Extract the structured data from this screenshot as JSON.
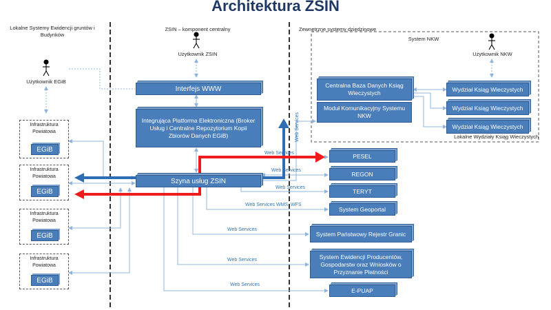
{
  "title": "Architektura ZSIN",
  "columns": {
    "left": "Lokalne Systemy Ewidencji gruntów i Budynków",
    "center": "ZSIN – komponent centralny",
    "right": "Zewnętrzne systemy dziedzinowe"
  },
  "users": {
    "egib": "Użytkownik EGiB",
    "zsin": "Użytkownik ZSIN",
    "nkw": "Użytkownik NKW"
  },
  "nkw": {
    "frame_label": "System NKW",
    "central_db": "Centralna Baza Danych Ksiąg Wieczystych",
    "comm_module": "Moduł Komunikacyjny Systemu NKW",
    "departments": [
      "Wydział Ksiąg Wieczystych",
      "Wydział Ksiąg Wieczystych",
      "Wydział Ksiąg Wieczystych"
    ],
    "local_label": "Lokalne Wydziały Ksiąg Wieczystych"
  },
  "central": {
    "www": "Interfejs WWW",
    "platform": "Integrująca Platforma Elektroniczna (Broker Usług i Centralne Repozytorium Kopii Zbiorów Danych EGiB)",
    "bus": "Szyna usług ZSIN"
  },
  "infra": {
    "label": "Infrastruktura Powiatowa",
    "egib": "EGiB",
    "count": 4
  },
  "external": [
    "PESEL",
    "REGON",
    "TERYT",
    "System Geoportal",
    "System Państwowy Rejestr Granic",
    "System Ewidencji Producentów, Gospodarstw oraz Wniosków o Przyznanie Płatności",
    "E-PUAP"
  ],
  "ws_labels": {
    "ws": "Web Services",
    "ws_wms": "Web Services WMS, WFS"
  },
  "colors": {
    "box": "#4a7ebb",
    "arrow_red": "#ee1c1c",
    "arrow_blue": "#2e6db4",
    "title": "#1f3864"
  }
}
